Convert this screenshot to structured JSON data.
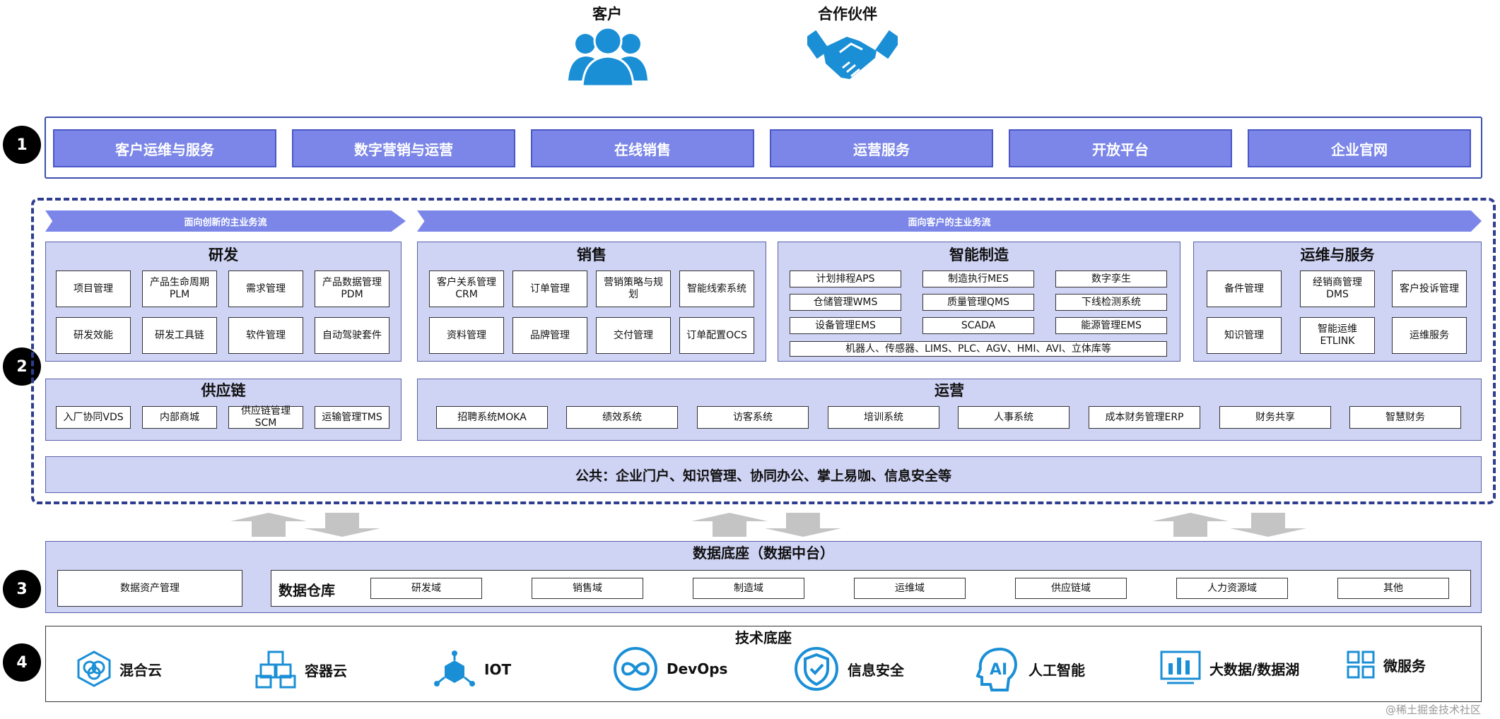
{
  "actors": {
    "customer": "客户",
    "partner": "合作伙伴"
  },
  "steps": [
    "1",
    "2",
    "3",
    "4"
  ],
  "channels": [
    "客户运维与服务",
    "数字营销与运营",
    "在线销售",
    "运营服务",
    "开放平台",
    "企业官网"
  ],
  "flows": {
    "innovation": "面向创新的主业务流",
    "customer": "面向客户的主业务流"
  },
  "rd": {
    "title": "研发",
    "items": [
      "项目管理",
      "产品生命周期\nPLM",
      "需求管理",
      "产品数据管理\nPDM",
      "研发效能",
      "研发工具链",
      "软件管理",
      "自动驾驶套件"
    ]
  },
  "sales": {
    "title": "销售",
    "items": [
      "客户关系管理\nCRM",
      "订单管理",
      "营销策略与规\n划",
      "智能线索系统",
      "资料管理",
      "品牌管理",
      "交付管理",
      "订单配置OCS"
    ]
  },
  "mfg": {
    "title": "智能制造",
    "items": [
      "计划排程APS",
      "制造执行MES",
      "数字孪生",
      "仓储管理WMS",
      "质量管理QMS",
      "下线检测系统",
      "设备管理EMS",
      "SCADA",
      "能源管理EMS"
    ],
    "wide": "机器人、传感器、LIMS、PLC、AGV、HMI、AVI、立体库等"
  },
  "ops_service": {
    "title": "运维与服务",
    "items": [
      "备件管理",
      "经销商管理\nDMS",
      "客户投诉管理",
      "知识管理",
      "智能运维\nETLINK",
      "运维服务"
    ]
  },
  "supply": {
    "title": "供应链",
    "items": [
      "入厂协同VDS",
      "内部商城",
      "供应链管理\nSCM",
      "运输管理TMS"
    ]
  },
  "operations": {
    "title": "运营",
    "items": [
      "招聘系统MOKA",
      "绩效系统",
      "访客系统",
      "培训系统",
      "人事系统",
      "成本财务管理ERP",
      "财务共享",
      "智慧财务"
    ]
  },
  "public": "公共：企业门户、知识管理、协同办公、掌上易咖、信息安全等",
  "data": {
    "title": "数据底座（数据中台）",
    "asset": "数据资产管理",
    "warehouse": "数据仓库",
    "domains": [
      "研发域",
      "销售域",
      "制造域",
      "运维域",
      "供应链域",
      "人力资源域",
      "其他"
    ]
  },
  "tech": {
    "title": "技术底座",
    "items": [
      "混合云",
      "容器云",
      "IOT",
      "DevOps",
      "信息安全",
      "人工智能",
      "大数据/数据湖",
      "微服务"
    ]
  },
  "watermark": "@稀土掘金技术社区",
  "colors": {
    "primary": "#7b86e8",
    "panel": "#cfd3f4",
    "icon": "#1b8fd6"
  }
}
